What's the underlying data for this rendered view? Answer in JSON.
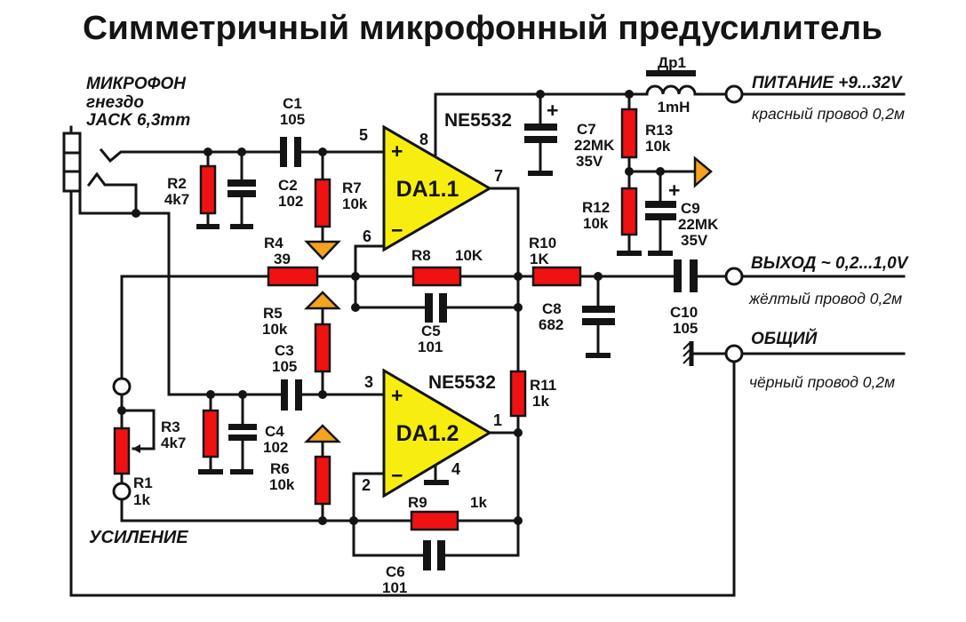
{
  "title": "Симметричный микрофонный предусилитель",
  "colors": {
    "title_red": "#e81313",
    "resistor_red": "#f01212",
    "opamp_yellow": "#f7ee10",
    "arrow_orange": "#f2a41e",
    "wire_black": "#141414"
  },
  "mic": {
    "line1": "МИКРОФОН",
    "line2": "гнездо",
    "line3": "JACK 6,3mm"
  },
  "gain_label": "УСИЛЕНИЕ",
  "terminals": {
    "power": {
      "label": "ПИТАНИЕ +9...32V",
      "wire": "красный провод 0,2м"
    },
    "output": {
      "label": "ВЫХОД ~ 0,2...1,0V",
      "wire": "жёлтый провод 0,2м"
    },
    "common": {
      "label": "ОБЩИЙ",
      "wire": "чёрный провод 0,2м"
    }
  },
  "opamps": {
    "da11": {
      "ref": "DA1.1",
      "part": "NE5532",
      "pin_inp": "5",
      "pin_inn": "6",
      "pin_out": "7",
      "pin_vcc": "8",
      "plus": "+",
      "minus": "−"
    },
    "da12": {
      "ref": "DA1.2",
      "part": "NE5532",
      "pin_inp": "3",
      "pin_inn": "2",
      "pin_out": "1",
      "pin_gnd": "4",
      "plus": "+",
      "minus": "−"
    }
  },
  "resistors": {
    "r1": {
      "ref": "R1",
      "value": "1k"
    },
    "r2": {
      "ref": "R2",
      "value": "4k7"
    },
    "r3": {
      "ref": "R3",
      "value": "4k7"
    },
    "r4": {
      "ref": "R4",
      "value": "39"
    },
    "r5": {
      "ref": "R5",
      "value": "10k"
    },
    "r6": {
      "ref": "R6",
      "value": "10k"
    },
    "r7": {
      "ref": "R7",
      "value": "10k"
    },
    "r8": {
      "ref": "R8",
      "value": "10K"
    },
    "r9": {
      "ref": "R9",
      "value": "1k"
    },
    "r10": {
      "ref": "R10",
      "value": "1K"
    },
    "r11": {
      "ref": "R11",
      "value": "1k"
    },
    "r12": {
      "ref": "R12",
      "value": "10k"
    },
    "r13": {
      "ref": "R13",
      "value": "10k"
    }
  },
  "capacitors": {
    "c1": {
      "ref": "C1",
      "value": "105"
    },
    "c2": {
      "ref": "C2",
      "value": "102"
    },
    "c3": {
      "ref": "C3",
      "value": "105"
    },
    "c4": {
      "ref": "C4",
      "value": "102"
    },
    "c5": {
      "ref": "C5",
      "value": "101"
    },
    "c6": {
      "ref": "C6",
      "value": "101"
    },
    "c7": {
      "ref": "C7",
      "value": "22MK",
      "voltage": "35V",
      "polarity": "+"
    },
    "c8": {
      "ref": "C8",
      "value": "682"
    },
    "c9": {
      "ref": "C9",
      "value": "22MK",
      "voltage": "35V",
      "polarity": "+"
    },
    "c10": {
      "ref": "C10",
      "value": "105"
    }
  },
  "inductor": {
    "ref": "Др1",
    "value": "1mH"
  }
}
